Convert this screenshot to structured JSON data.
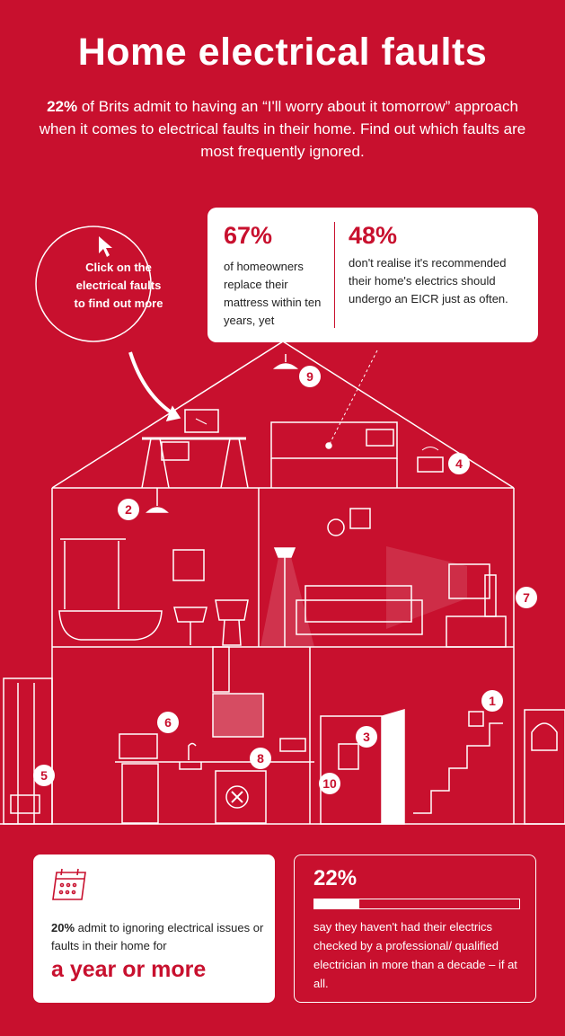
{
  "header": {
    "title": "Home electrical faults",
    "intro_bold": "22%",
    "intro_rest": "of Brits admit to having an “I'll worry about it tomorrow” approach when it comes to electrical faults in their home. Find out which faults are most frequently ignored."
  },
  "callout": {
    "text": "Click on the electrical faults to find out more"
  },
  "stats": {
    "a_value": "67%",
    "a_text": "of homeowners replace their mattress within ten years, yet",
    "b_value": "48%",
    "b_text": "don't realise it's recommended their home's electrics should undergo an EICR just as often."
  },
  "faults": [
    {
      "label": "1"
    },
    {
      "label": "2"
    },
    {
      "label": "3"
    },
    {
      "label": "4"
    },
    {
      "label": "5"
    },
    {
      "label": "6"
    },
    {
      "label": "7"
    },
    {
      "label": "8"
    },
    {
      "label": "9"
    },
    {
      "label": "10"
    }
  ],
  "card_left": {
    "bold": "20%",
    "text": "admit to ignoring electrical issues or faults in their home for",
    "big": "a year or more"
  },
  "card_right": {
    "value": "22%",
    "progress": 0.22,
    "text": "say they haven't had their electrics checked by a professional/ qualified electrician in more than a decade – if at all."
  },
  "colors": {
    "brand_red": "#c8102e",
    "white": "#ffffff"
  }
}
